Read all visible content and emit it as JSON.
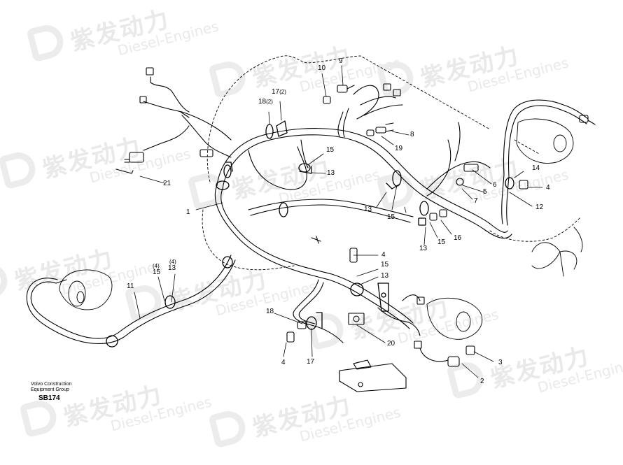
{
  "watermark": {
    "cn": "紫发动力",
    "en": "Diesel-Engines"
  },
  "footer": {
    "credit_line1": "Volvo Construction",
    "credit_line2": "Equipment Group",
    "code": "SB174"
  },
  "callouts": {
    "c1": "1",
    "c2": "2",
    "c3": "3",
    "c4a": "4",
    "c4b": "4",
    "c4c": "4",
    "c5": "5",
    "c6": "6",
    "c7": "7",
    "c8": "8",
    "c9": "9",
    "c10": "10",
    "c11": "11",
    "c12": "12",
    "c13a": "13",
    "c13b": "13",
    "c13c": "13",
    "c13d": "13",
    "c13e": "13",
    "c14": "14",
    "c15a": "15",
    "c15b": "15",
    "c15c": "15",
    "c15d": "15",
    "c15e": "15",
    "c16": "16",
    "c17a": "17",
    "c17b": "17",
    "c18a": "18",
    "c18b": "18",
    "c19": "19",
    "c20": "20",
    "c21": "21",
    "q17": "(2)",
    "q18": "(2)",
    "q4a": "(4)",
    "q4b": "(4)"
  }
}
